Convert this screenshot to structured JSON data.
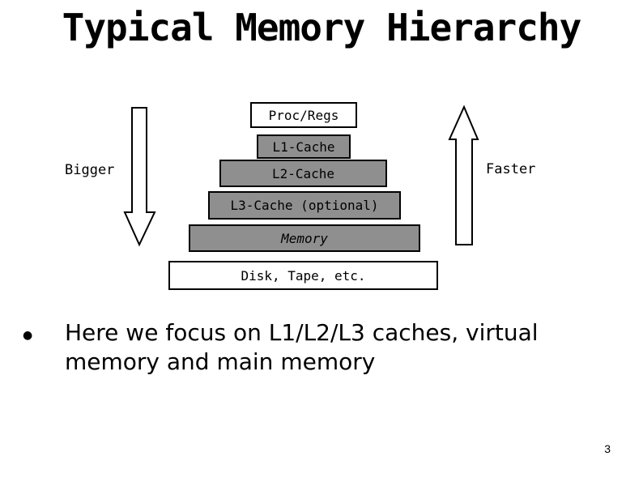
{
  "title": "Typical Memory Hierarchy",
  "hierarchy": {
    "levels": [
      {
        "label": "Proc/Regs",
        "fill": "#ffffff"
      },
      {
        "label": "L1-Cache",
        "fill": "#8f8f8f"
      },
      {
        "label": "L2-Cache",
        "fill": "#8f8f8f"
      },
      {
        "label": "L3-Cache (optional)",
        "fill": "#8f8f8f"
      },
      {
        "label": "Memory",
        "fill": "#8f8f8f"
      },
      {
        "label": "Disk, Tape, etc.",
        "fill": "#ffffff"
      }
    ],
    "left_arrow_label": "Bigger",
    "right_arrow_label": "Faster",
    "left_arrow_direction": "down",
    "right_arrow_direction": "up"
  },
  "bullet": {
    "text": "Here we focus on L1/L2/L3 caches, virtual memory and main memory"
  },
  "page_number": "3",
  "colors": {
    "background": "#ffffff",
    "level_gray": "#8f8f8f",
    "outline": "#000000"
  },
  "icons": {
    "bullet": "bullet-dot-icon",
    "left_arrow": "arrow-down-icon",
    "right_arrow": "arrow-up-icon"
  }
}
